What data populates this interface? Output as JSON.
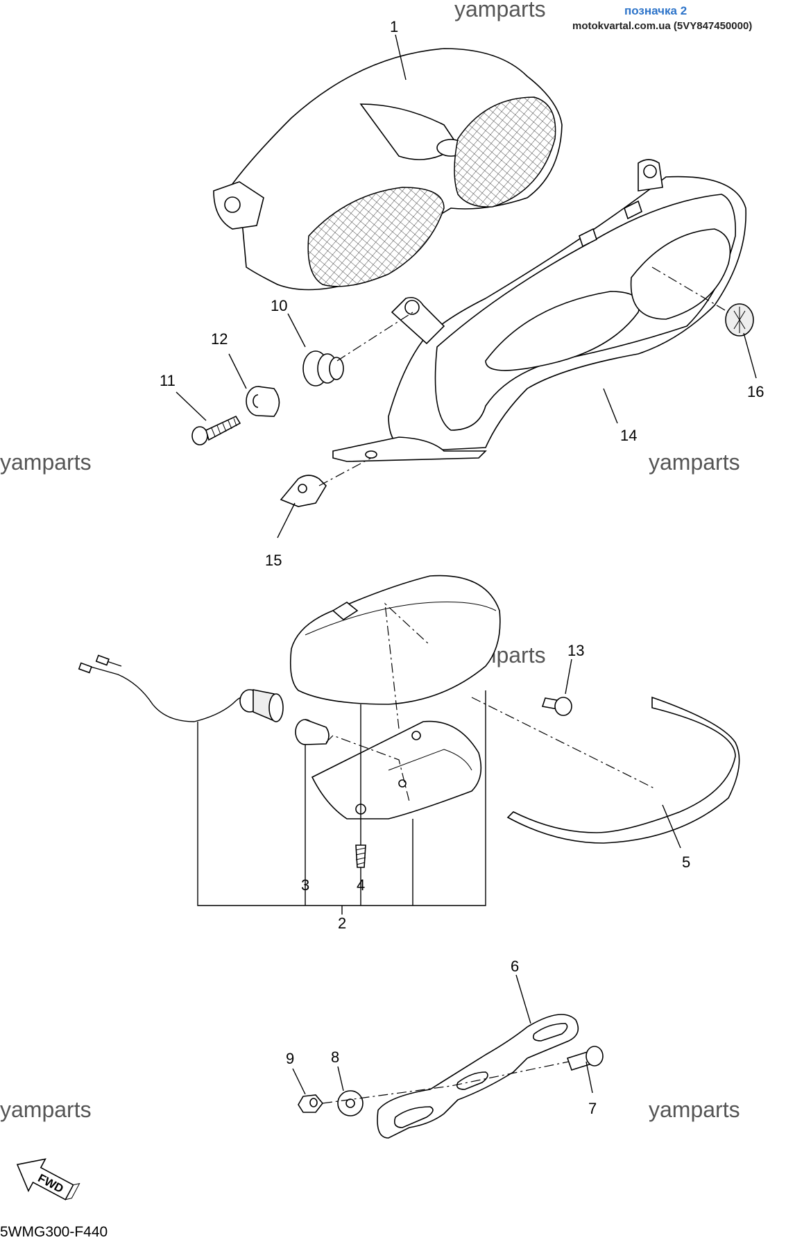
{
  "header": {
    "label": "позначка 2",
    "site": "motokvartal.com.ua (5VY847450000)"
  },
  "watermark": "yamparts",
  "reference_code": "5WMG300-F440",
  "fwd_label": "FWD",
  "callouts": [
    "1",
    "2",
    "3",
    "4",
    "5",
    "6",
    "7",
    "8",
    "9",
    "10",
    "11",
    "12",
    "13",
    "14",
    "15",
    "16"
  ]
}
